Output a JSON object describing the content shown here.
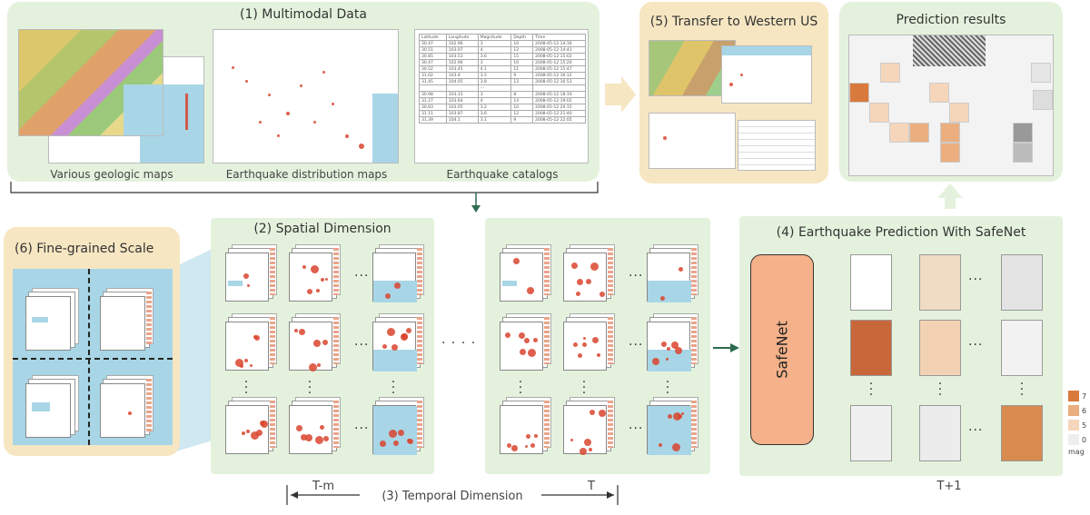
{
  "panels": {
    "multimodal": {
      "title": "(1) Multimodal Data",
      "captions": [
        "Various geologic maps",
        "Earthquake distribution maps",
        "Earthquake catalogs"
      ]
    },
    "transfer": {
      "title": "(5) Transfer to Western US"
    },
    "prediction_results": {
      "title": "Prediction results"
    },
    "fine_grained": {
      "title": "(6) Fine-grained Scale"
    },
    "spatial": {
      "title": "(2) Spatial Dimension"
    },
    "safenet_panel": {
      "title": "(4) Earthquake Prediction With SafeNet",
      "model": "SafeNet"
    },
    "temporal": {
      "title": "(3) Temporal Dimension",
      "t_minus": "T-m",
      "t": "T",
      "t_plus": "T+1",
      "ellipsis": "· · · ·"
    }
  },
  "catalog": {
    "headers": [
      "Latitude",
      "Longitude",
      "Magnitude",
      "Depth",
      "Time"
    ],
    "rows": [
      [
        "30.47",
        "102.96",
        "3",
        "10",
        "2008-05-12 14:30"
      ],
      [
        "30.51",
        "103.07",
        "4",
        "12",
        "2008-05-12 14:41"
      ],
      [
        "30.85",
        "103.53",
        "3.6",
        "15",
        "2008-05-12 15:02"
      ],
      [
        "30.47",
        "102.96",
        "3",
        "10",
        "2008-05-12 15:20"
      ],
      [
        "30.52",
        "103.45",
        "4.1",
        "11",
        "2008-05-12 15:47"
      ],
      [
        "31.02",
        "103.4",
        "3.5",
        "9",
        "2008-05-12 16:12"
      ],
      [
        "31.45",
        "104.05",
        "3.8",
        "13",
        "2008-05-12 16:53"
      ],
      [
        "",
        "",
        "···",
        "",
        ""
      ],
      [
        "30.98",
        "103.31",
        "3",
        "8",
        "2008-05-12 18:10"
      ],
      [
        "31.27",
        "103.64",
        "4",
        "14",
        "2008-05-12 19:02"
      ],
      [
        "30.83",
        "103.05",
        "3.2",
        "10",
        "2008-05-12 20:15"
      ],
      [
        "31.11",
        "103.87",
        "3.6",
        "12",
        "2008-05-12 21:40"
      ],
      [
        "31.39",
        "104.1",
        "3.1",
        "9",
        "2008-05-12 22:05"
      ]
    ]
  },
  "legend": {
    "labels": [
      "7",
      "6",
      "5",
      "0"
    ],
    "unit": "mag",
    "colors": [
      "#d97a3c",
      "#ebae7e",
      "#f5d6bb",
      "#eeeeee"
    ]
  },
  "colors": {
    "panel_green": "#e4f2dd",
    "panel_tan": "#f6e6c2",
    "quake_red": "#d9442e",
    "arrow_green": "#2e6b4f"
  }
}
